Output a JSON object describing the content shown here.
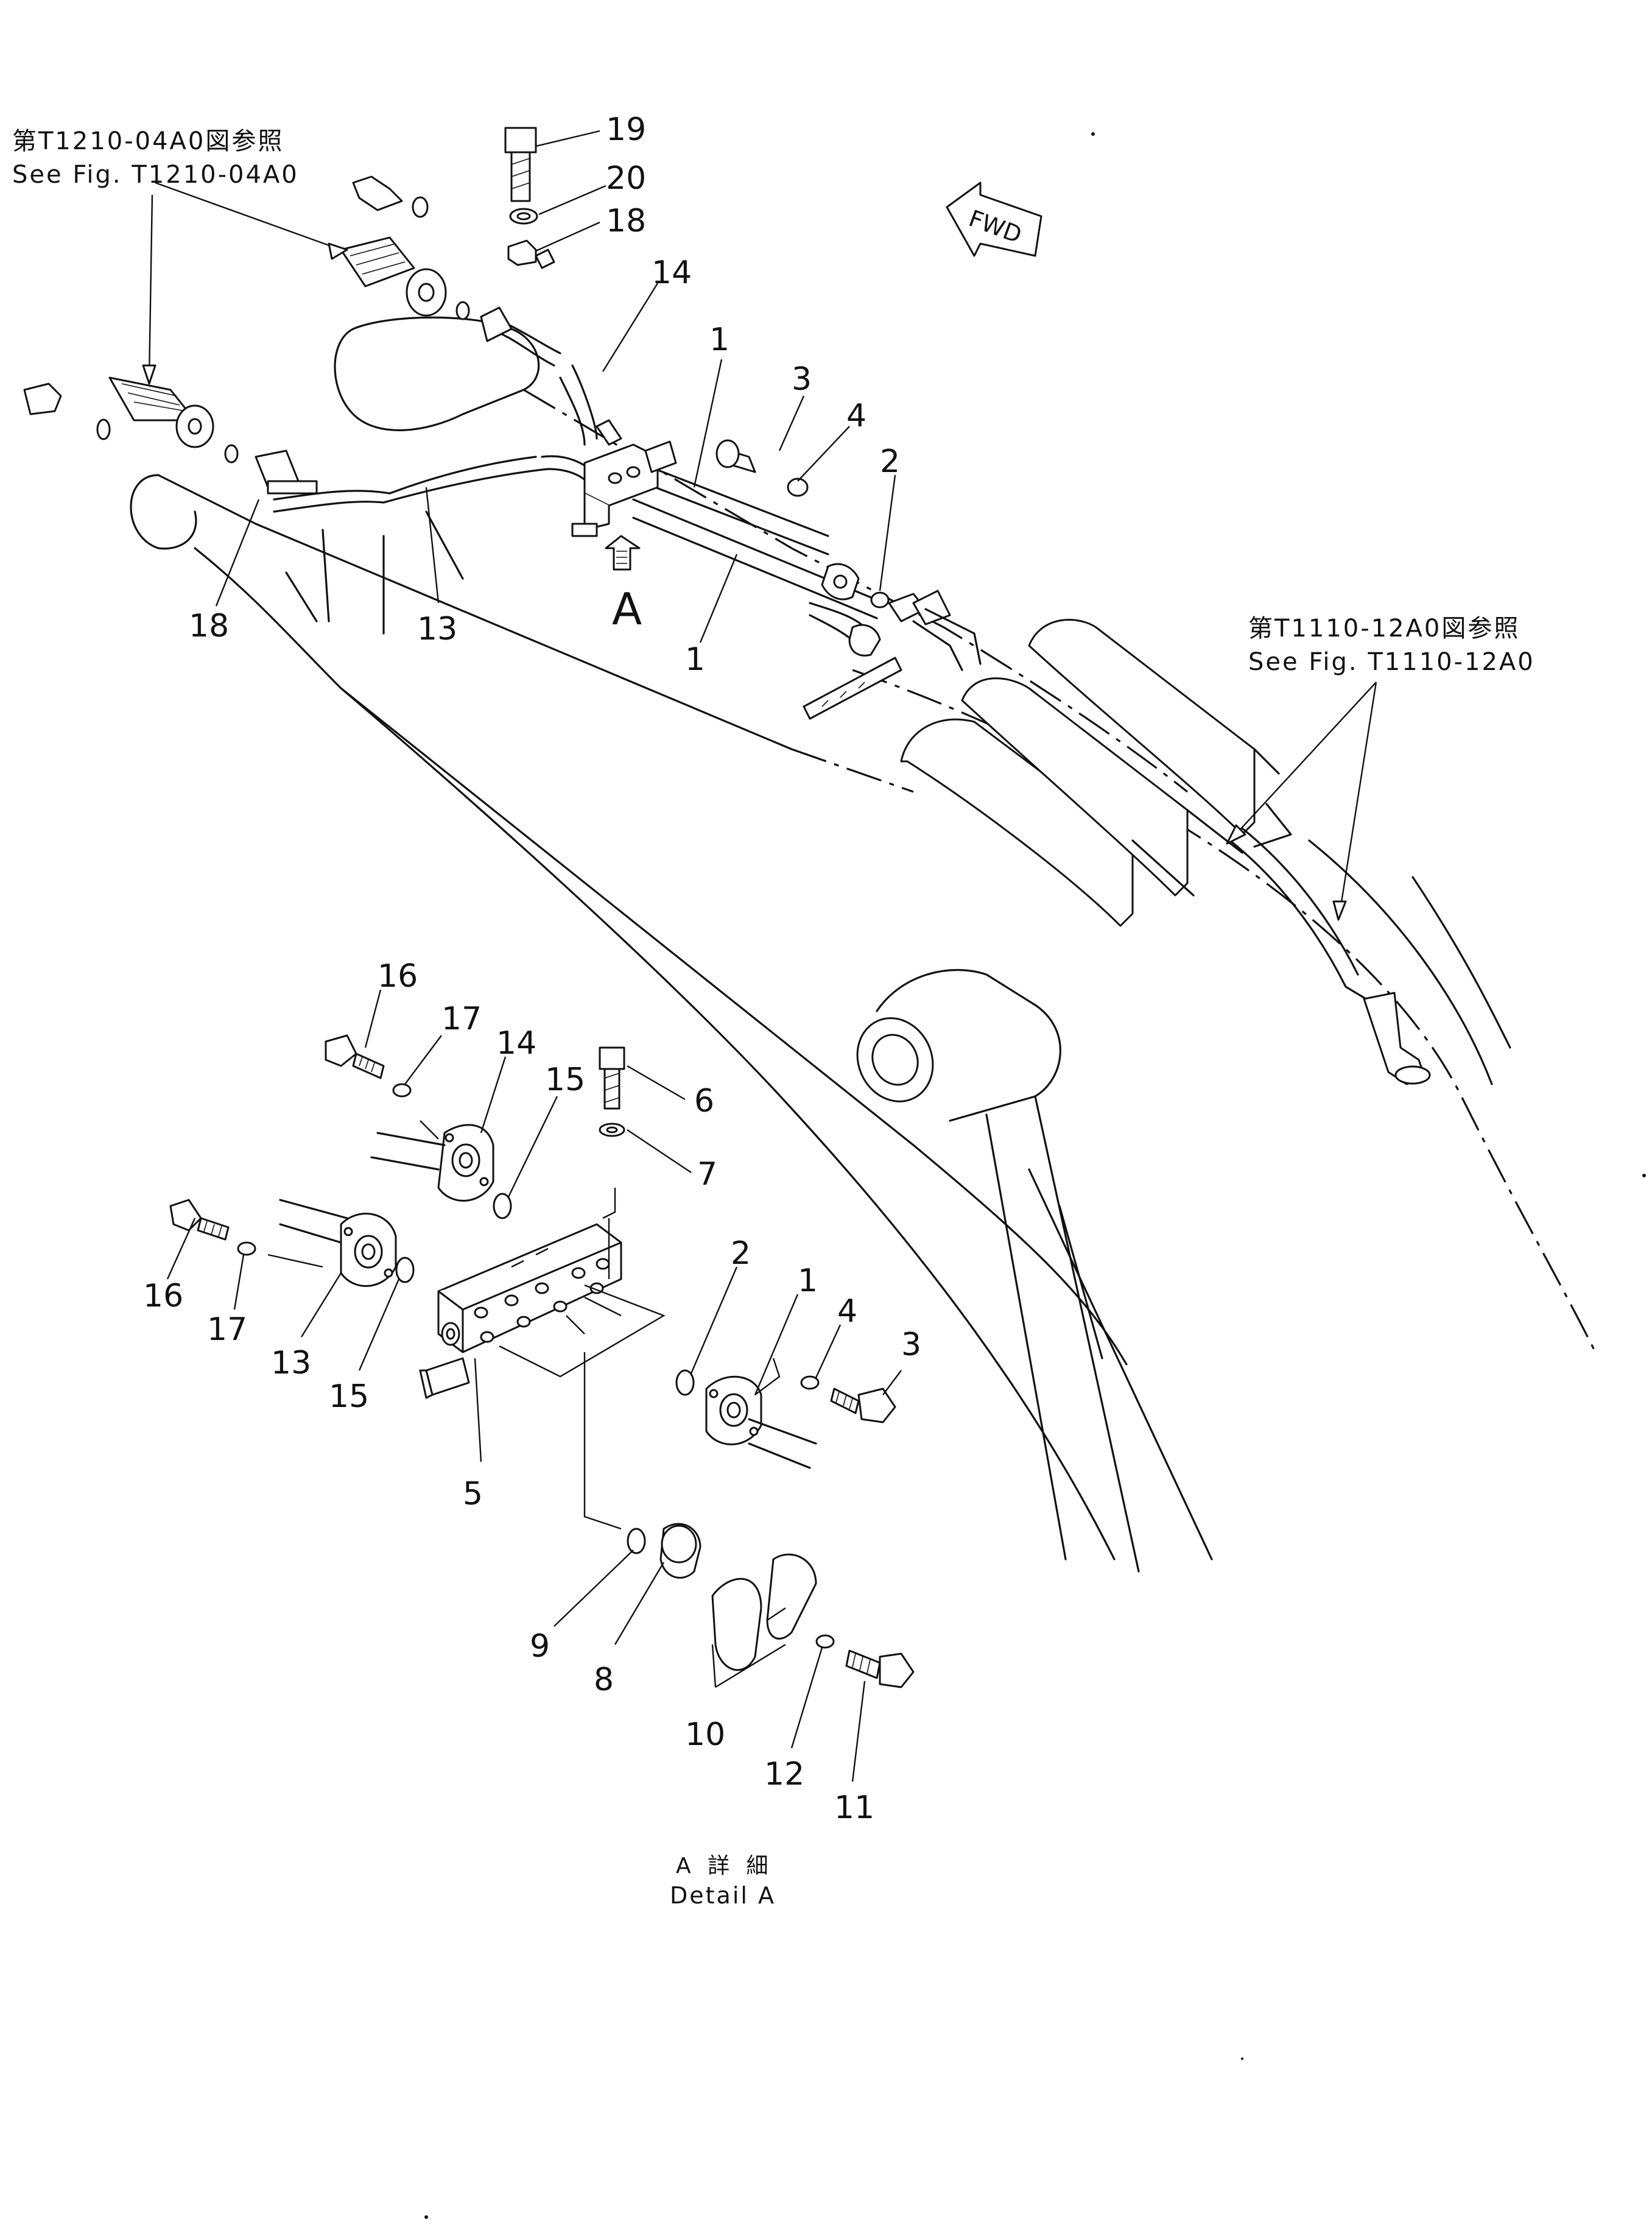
{
  "references": {
    "top_left": {
      "jp": "第T1210-04A0図参照",
      "en": "See  Fig. T1210-04A0"
    },
    "right": {
      "jp": "第T1110-12A0図参照",
      "en": "See  Fig. T1110-12A0"
    }
  },
  "fwd_label": "FWD",
  "view_marker": "A",
  "detail_caption": {
    "jp": "A 詳 細",
    "en": "Detail A"
  },
  "callouts": {
    "top": {
      "c19": "19",
      "c20": "20",
      "c18a": "18",
      "c14": "14",
      "c1a": "1",
      "c3": "3",
      "c4": "4",
      "c2": "2",
      "c18b": "18",
      "c13": "13",
      "c1b": "1"
    },
    "detail": {
      "c16a": "16",
      "c17a": "17",
      "c14": "14",
      "c15a": "15",
      "c6": "6",
      "c7": "7",
      "c16b": "16",
      "c17b": "17",
      "c13": "13",
      "c15b": "15",
      "c2": "2",
      "c1": "1",
      "c4": "4",
      "c3": "3",
      "c5": "5",
      "c9": "9",
      "c8": "8",
      "c10": "10",
      "c12": "12",
      "c11": "11"
    }
  }
}
